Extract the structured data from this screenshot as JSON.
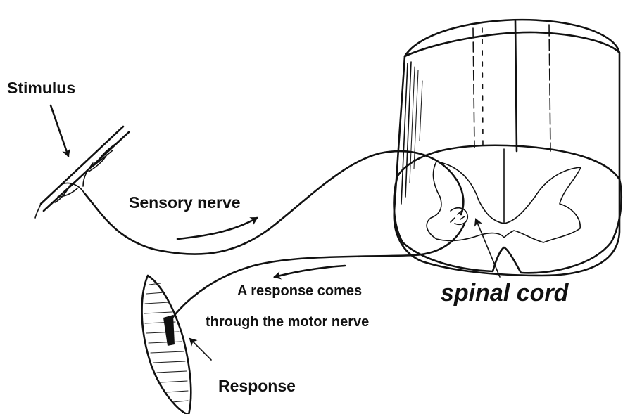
{
  "labels": {
    "stimulus": "Stimulus",
    "sensory_nerve": "Sensory nerve",
    "motor_line1": "A response comes",
    "motor_line2": "through the motor nerve",
    "spinal_cord": "spinal cord",
    "response": "Response"
  },
  "icons": {
    "arrow": "arrow-icon"
  },
  "colors": {
    "ink": "#111111",
    "background": "#ffffff"
  }
}
